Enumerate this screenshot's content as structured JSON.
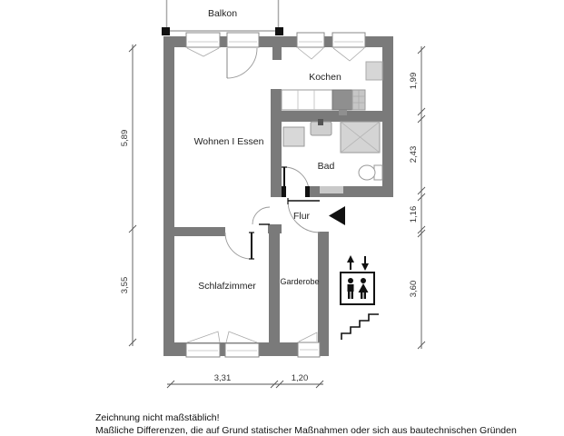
{
  "floorplan": {
    "rooms": {
      "balkon": "Balkon",
      "kochen": "Kochen",
      "wohnen": "Wohnen I Essen",
      "bad": "Bad",
      "flur": "Flur",
      "schlafzimmer": "Schlafzimmer",
      "garderobe": "Garderobe"
    },
    "dimensions": {
      "left_upper": "5,89",
      "left_lower": "3,55",
      "right_1": "1,99",
      "right_2": "2,43",
      "right_3": "1,16",
      "right_4": "3,60",
      "bottom_1": "3,31",
      "bottom_2": "1,20"
    },
    "notes": {
      "line1": "Zeichnung nicht maßstäblich!",
      "line2": "Maßliche Differenzen, die auf Grund statischer Maßnahmen oder sich aus bautechnischen Gründen"
    },
    "icons": {
      "elevator": "elevator-icon",
      "stairs": "stairs-icon",
      "entrance_arrow": "entrance-arrow-icon",
      "up_arrow": "↑",
      "down_arrow": "↓"
    },
    "colors": {
      "wall": "#7a7a7a",
      "fixture_light": "#d6d6d6",
      "stove_dark": "#8f8f8f",
      "drawing_line": "#999999",
      "text": "#222222"
    }
  }
}
